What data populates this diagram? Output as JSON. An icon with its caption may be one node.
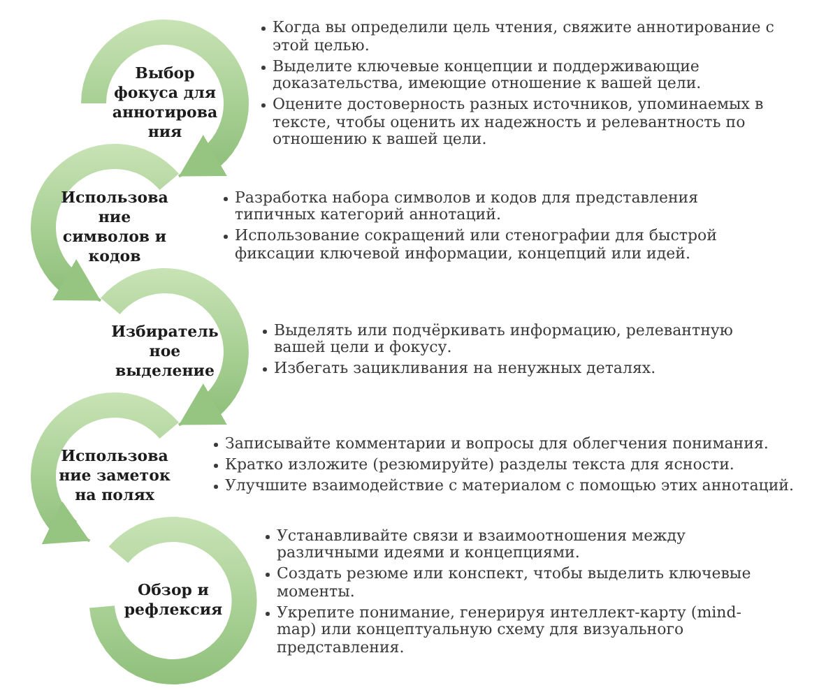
{
  "diagram": {
    "nodes": [
      {
        "text": [
          "Выбор фокуса для аннотирования"
        ],
        "beside": [
          "Когда вы определили цель чтения, свяжите аннотирование с этой целью.",
          "Выделите ключевые концепции и поддерживающие доказательства, имеющие отношение к вашей цели.",
          "Оцените достоверность разных источников, упоминаемых в тексте, чтобы оценить их надежность и релевантность по отношению к вашей цели."
        ]
      },
      {
        "text": [
          "Использование символов и кодов"
        ],
        "beside": [
          "Разработка набора символов и кодов для представления типичных категорий аннотаций.",
          "Использование сокращений или стенографии для быстрой фиксации ключевой информации, концепций или идей."
        ]
      },
      {
        "text": [
          "Избирательное выделение"
        ],
        "beside": [
          "Выделять или подчёркивать информацию, релевантную вашей цели и фокусу.",
          "Избегать зацикливания на ненужных деталях."
        ]
      },
      {
        "text": [
          "Использование заметок на полях"
        ],
        "beside": [
          "Записывайте комментарии и вопросы для облегчения понимания.",
          "Кратко изложите (резюмируйте) разделы текста для ясности.",
          "Улучшите взаимодействие с материалом с помощью этих аннотаций."
        ]
      },
      {
        "text": [
          "Обзор и рефлексия"
        ],
        "beside": [
          "Устанавливайте связи и взаимоотношения между различными идеями и концепциями.",
          "Создать резюме или конспект, чтобы выделить ключевые моменты.",
          "Укрепите понимание, генерируя интеллект-карту (mind-map) или концептуальную схему для визуального представления."
        ]
      }
    ],
    "edges": [
      {
        "from": 0,
        "to": 1,
        "arrow": "to"
      },
      {
        "from": 1,
        "to": 2,
        "arrow": "to"
      },
      {
        "from": 2,
        "to": 3,
        "arrow": "to"
      },
      {
        "from": 3,
        "to": 4,
        "arrow": "to"
      }
    ]
  }
}
